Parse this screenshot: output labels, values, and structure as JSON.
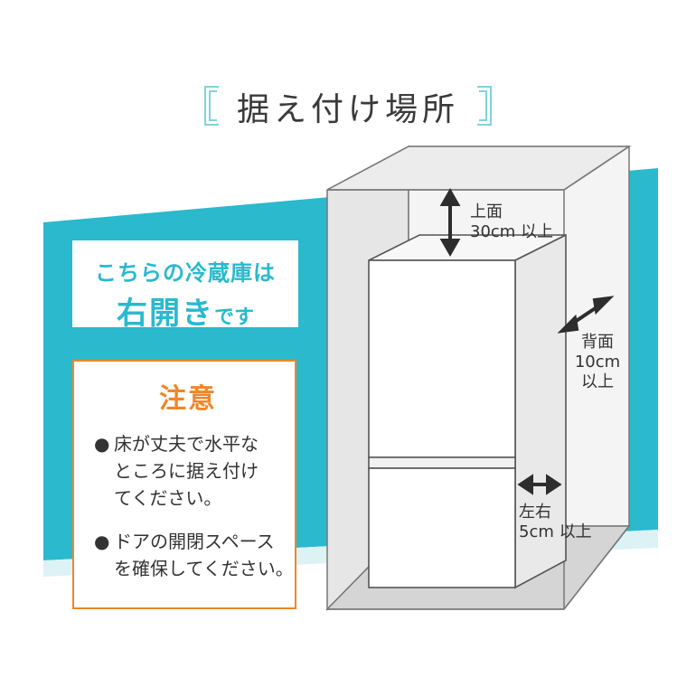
{
  "title": "据え付け場所",
  "door_notice": {
    "line1": "こちらの冷蔵庫は",
    "emphasis": "右開き",
    "suffix": "です"
  },
  "caution": {
    "title": "注意",
    "items": [
      {
        "lines": [
          "床が丈夫で水平な",
          "ところに据え付け",
          "てください。"
        ]
      },
      {
        "lines": [
          "ドアの開閉スペース",
          "を確保してください。"
        ]
      }
    ]
  },
  "clearances": {
    "top": {
      "name": "上面",
      "value": "30cm 以上"
    },
    "back": {
      "name": "背面",
      "value": "10cm",
      "suffix": "以上"
    },
    "side": {
      "name": "左右",
      "value": "5cm 以上"
    }
  },
  "colors": {
    "accent": "#2ab9cd",
    "accent_light": "#dcf2f5",
    "caution": "#f0862a",
    "box_fill": "#f1f1f1",
    "box_floor": "#d7d7d7",
    "fridge_fill": "#ffffff",
    "outline": "#5a5a5a"
  },
  "icons": {
    "warning": "warning-triangle-icon",
    "bullet": "●"
  }
}
